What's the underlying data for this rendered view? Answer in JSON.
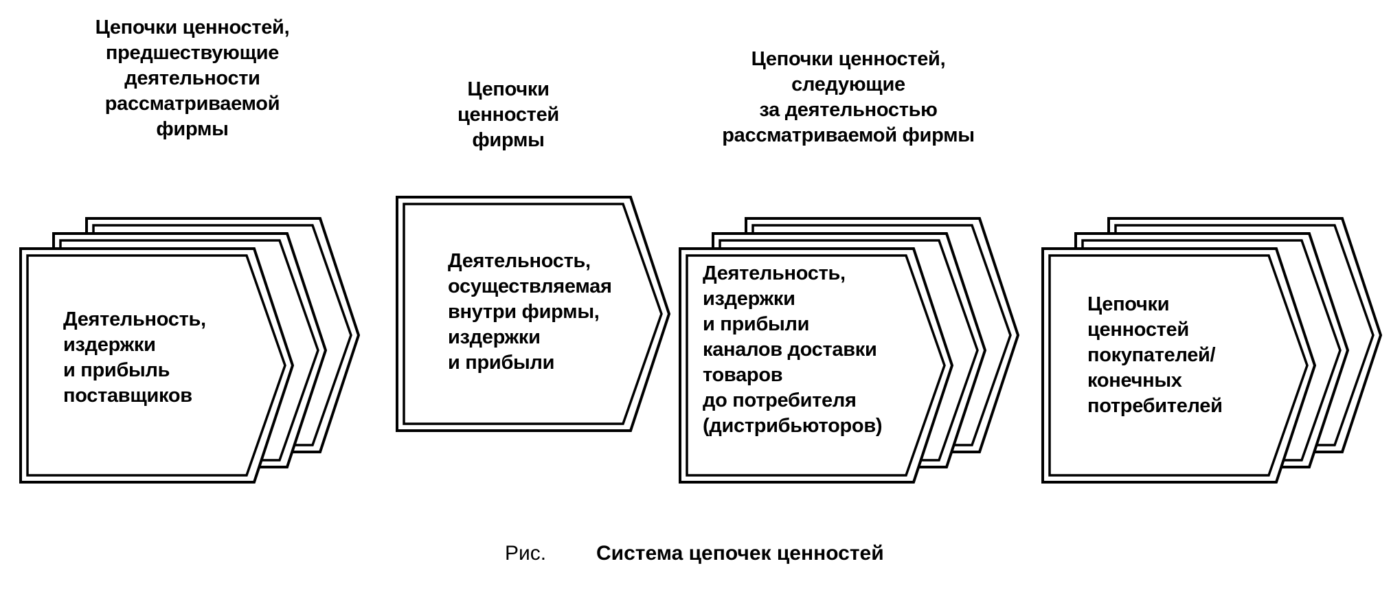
{
  "diagram": {
    "headings": {
      "upstream": "Цепочки ценностей,\nпредшествующие\nдеятельности\nрассматриваемой\nфирмы",
      "firm": "Цепочки\nценностей\nфирмы",
      "downstream": "Цепочки ценностей,\nследующие\nза деятельностью\nрассматриваемой фирмы"
    },
    "boxes": {
      "suppliers": "Деятельность,\nиздержки\nи прибыль\nпоставщиков",
      "firm": "Деятельность,\nосуществляемая\nвнутри фирмы,\nиздержки\nи прибыли",
      "distributors": "Деятельность,\nиздержки\nи прибыли\nканалов доставки\nтоваров\nдо потребителя\n(дистрибьюторов)",
      "buyers": "Цепочки\nценностей\nпокупателей/\nконечных\nпотребителей"
    }
  },
  "caption": {
    "prefix": "Рис.",
    "title": "Система цепочек ценностей"
  }
}
